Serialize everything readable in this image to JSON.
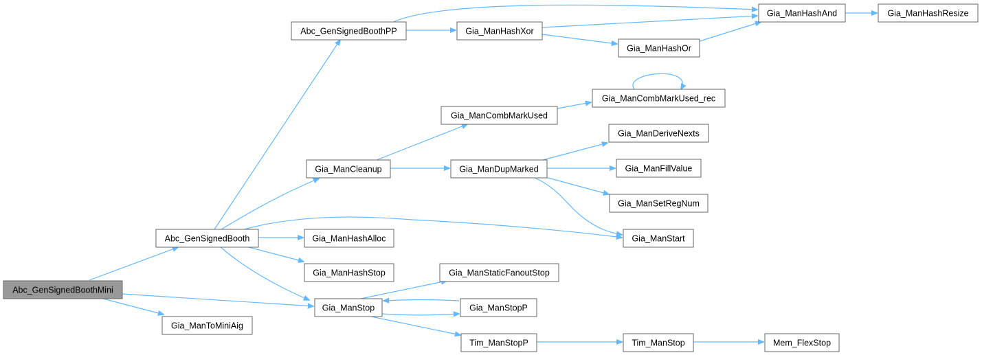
{
  "diagram": {
    "type": "call-graph",
    "colors": {
      "edge": "#63b8ff",
      "node_border": "#666666",
      "root_fill": "#999999",
      "node_fill": "#ffffff"
    },
    "nodes": [
      {
        "id": "root",
        "label": "Abc_GenSignedBoothMini"
      },
      {
        "id": "booth",
        "label": "Abc_GenSignedBooth"
      },
      {
        "id": "toMini",
        "label": "Gia_ManToMiniAig"
      },
      {
        "id": "pp",
        "label": "Abc_GenSignedBoothPP"
      },
      {
        "id": "cleanup",
        "label": "Gia_ManCleanup"
      },
      {
        "id": "hashAlloc",
        "label": "Gia_ManHashAlloc"
      },
      {
        "id": "hashStop",
        "label": "Gia_ManHashStop"
      },
      {
        "id": "manStop",
        "label": "Gia_ManStop"
      },
      {
        "id": "hashXor",
        "label": "Gia_ManHashXor"
      },
      {
        "id": "combMark",
        "label": "Gia_ManCombMarkUsed"
      },
      {
        "id": "dupMarked",
        "label": "Gia_ManDupMarked"
      },
      {
        "id": "staticFanout",
        "label": "Gia_ManStaticFanoutStop"
      },
      {
        "id": "stopP",
        "label": "Gia_ManStopP"
      },
      {
        "id": "timStopP",
        "label": "Tim_ManStopP"
      },
      {
        "id": "hashAnd",
        "label": "Gia_ManHashAnd"
      },
      {
        "id": "hashOr",
        "label": "Gia_ManHashOr"
      },
      {
        "id": "combRec",
        "label": "Gia_ManCombMarkUsed_rec"
      },
      {
        "id": "deriveNexts",
        "label": "Gia_ManDeriveNexts"
      },
      {
        "id": "fillValue",
        "label": "Gia_ManFillValue"
      },
      {
        "id": "setRegNum",
        "label": "Gia_ManSetRegNum"
      },
      {
        "id": "manStart",
        "label": "Gia_ManStart"
      },
      {
        "id": "timStop",
        "label": "Tim_ManStop"
      },
      {
        "id": "hashResize",
        "label": "Gia_ManHashResize"
      },
      {
        "id": "flexStop",
        "label": "Mem_FlexStop"
      }
    ],
    "edges": [
      {
        "from": "root",
        "to": "booth"
      },
      {
        "from": "root",
        "to": "manStop"
      },
      {
        "from": "root",
        "to": "toMini"
      },
      {
        "from": "booth",
        "to": "pp"
      },
      {
        "from": "booth",
        "to": "cleanup"
      },
      {
        "from": "booth",
        "to": "manStart"
      },
      {
        "from": "booth",
        "to": "hashAlloc"
      },
      {
        "from": "booth",
        "to": "hashStop"
      },
      {
        "from": "booth",
        "to": "manStop"
      },
      {
        "from": "pp",
        "to": "hashAnd"
      },
      {
        "from": "pp",
        "to": "hashXor"
      },
      {
        "from": "hashXor",
        "to": "hashAnd"
      },
      {
        "from": "hashXor",
        "to": "hashOr"
      },
      {
        "from": "hashOr",
        "to": "hashAnd"
      },
      {
        "from": "hashAnd",
        "to": "hashResize"
      },
      {
        "from": "cleanup",
        "to": "combMark"
      },
      {
        "from": "cleanup",
        "to": "dupMarked"
      },
      {
        "from": "combMark",
        "to": "combRec"
      },
      {
        "from": "combRec",
        "to": "combRec"
      },
      {
        "from": "dupMarked",
        "to": "deriveNexts"
      },
      {
        "from": "dupMarked",
        "to": "fillValue"
      },
      {
        "from": "dupMarked",
        "to": "setRegNum"
      },
      {
        "from": "dupMarked",
        "to": "manStart"
      },
      {
        "from": "manStop",
        "to": "staticFanout"
      },
      {
        "from": "manStop",
        "to": "stopP"
      },
      {
        "from": "stopP",
        "to": "manStop"
      },
      {
        "from": "manStop",
        "to": "timStopP"
      },
      {
        "from": "timStopP",
        "to": "timStop"
      },
      {
        "from": "timStop",
        "to": "flexStop"
      }
    ]
  }
}
